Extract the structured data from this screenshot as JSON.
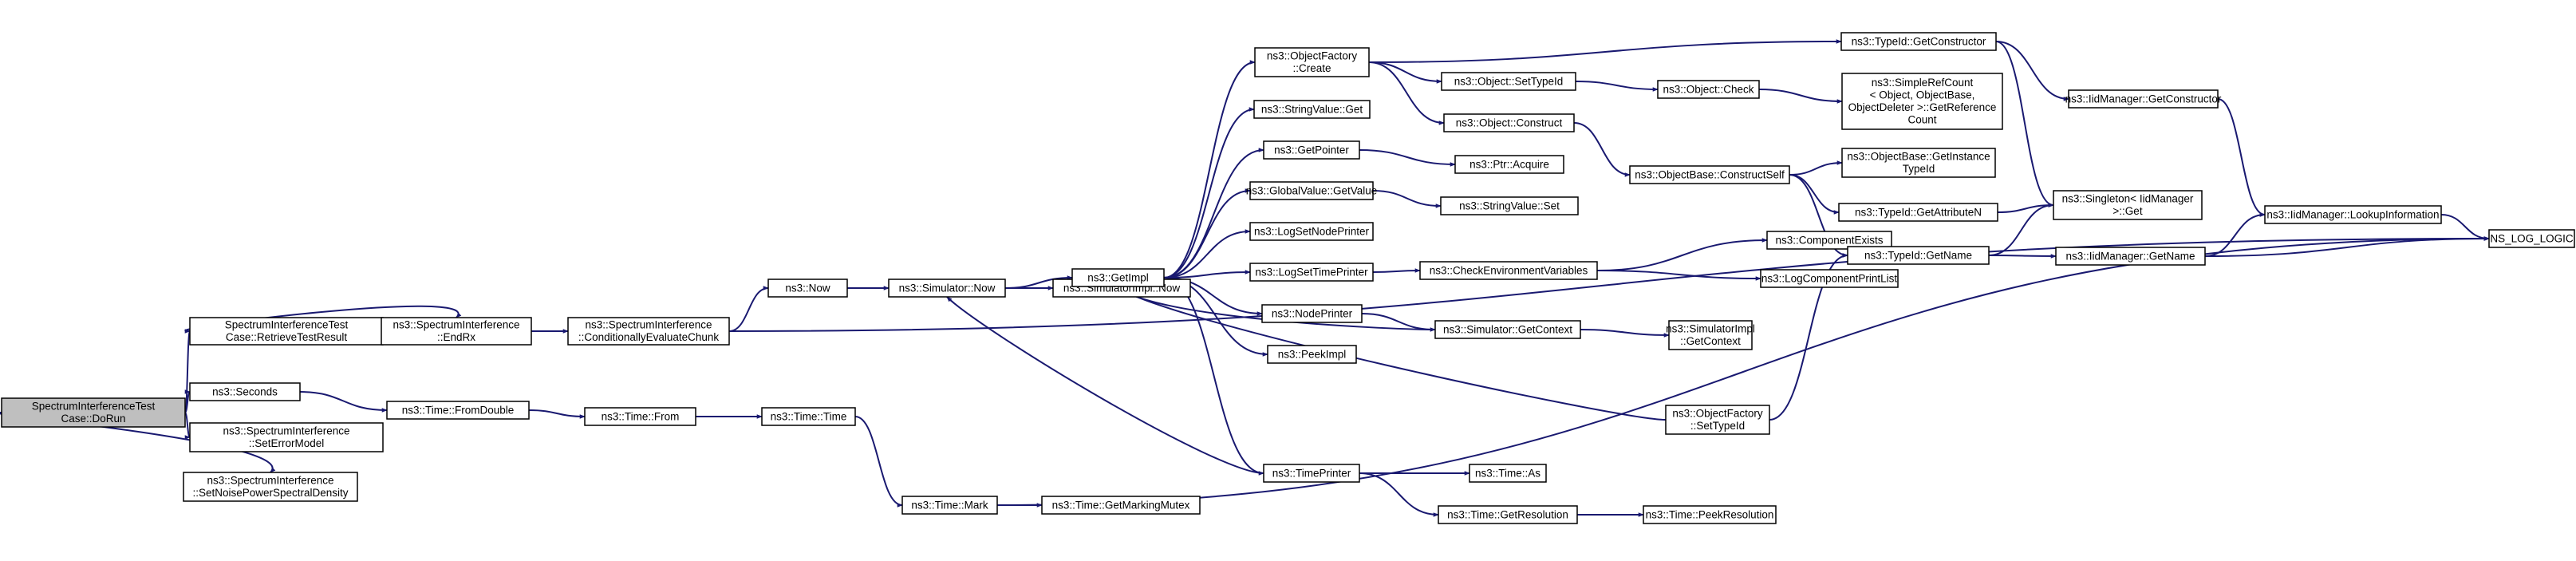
{
  "diagram": {
    "type": "call-graph",
    "colors": {
      "edge": "#191970",
      "node_fill": "#ffffff",
      "node_fill_root": "#bfbfbf",
      "border_normal": "#000000",
      "border_truncated": "#ff0000"
    },
    "nodes": [
      {
        "id": "n0",
        "lines": [
          "SpectrumInterferenceTest",
          "Case::DoRun"
        ],
        "root": true
      },
      {
        "id": "n1",
        "lines": [
          "SpectrumInterferenceTest",
          "Case::RetrieveTestResult"
        ]
      },
      {
        "id": "n2",
        "lines": [
          "ns3::Seconds"
        ]
      },
      {
        "id": "n3",
        "lines": [
          "ns3::SpectrumInterference",
          "::SetErrorModel"
        ]
      },
      {
        "id": "n4",
        "lines": [
          "ns3::SpectrumInterference",
          "::SetNoisePowerSpectralDensity"
        ]
      },
      {
        "id": "n5",
        "lines": [
          "ns3::SpectrumInterference",
          "::EndRx"
        ]
      },
      {
        "id": "n6",
        "lines": [
          "ns3::SpectrumInterference",
          "::ConditionallyEvaluateChunk"
        ]
      },
      {
        "id": "n7",
        "lines": [
          "ns3::Time::FromDouble"
        ]
      },
      {
        "id": "n8",
        "lines": [
          "ns3::Time::From"
        ]
      },
      {
        "id": "n9",
        "lines": [
          "ns3::Time::Time"
        ]
      },
      {
        "id": "n10",
        "lines": [
          "ns3::Now"
        ]
      },
      {
        "id": "n11",
        "lines": [
          "ns3::Simulator::Now"
        ]
      },
      {
        "id": "n12",
        "lines": [
          "ns3::SimulatorImpl::Now"
        ]
      },
      {
        "id": "n13",
        "lines": [
          "ns3::GetImpl"
        ]
      },
      {
        "id": "n14",
        "lines": [
          "ns3::Time::Mark"
        ]
      },
      {
        "id": "n15",
        "lines": [
          "ns3::Time::GetMarkingMutex"
        ]
      },
      {
        "id": "n16",
        "lines": [
          "ns3::ObjectFactory",
          "::Create"
        ]
      },
      {
        "id": "n17",
        "lines": [
          "ns3::StringValue::Get"
        ]
      },
      {
        "id": "n18",
        "lines": [
          "ns3::GetPointer"
        ]
      },
      {
        "id": "n19",
        "lines": [
          "ns3::GlobalValue::GetValue"
        ]
      },
      {
        "id": "n20",
        "lines": [
          "ns3::LogSetNodePrinter"
        ]
      },
      {
        "id": "n21",
        "lines": [
          "ns3::LogSetTimePrinter"
        ]
      },
      {
        "id": "n22",
        "lines": [
          "ns3::NodePrinter"
        ]
      },
      {
        "id": "n23",
        "lines": [
          "ns3::PeekImpl"
        ]
      },
      {
        "id": "n24",
        "lines": [
          "ns3::TimePrinter"
        ]
      },
      {
        "id": "n25",
        "lines": [
          "ns3::Object::SetTypeId"
        ]
      },
      {
        "id": "n26",
        "lines": [
          "ns3::Object::Construct"
        ]
      },
      {
        "id": "n27",
        "lines": [
          "ns3::Ptr::Acquire"
        ]
      },
      {
        "id": "n28",
        "lines": [
          "ns3::StringValue::Set"
        ]
      },
      {
        "id": "n29",
        "lines": [
          "ns3::CheckEnvironmentVariables"
        ]
      },
      {
        "id": "n30",
        "lines": [
          "ns3::Simulator::GetContext"
        ]
      },
      {
        "id": "n31",
        "lines": [
          "ns3::Time::As"
        ]
      },
      {
        "id": "n32",
        "lines": [
          "ns3::Time::GetResolution"
        ]
      },
      {
        "id": "n33",
        "lines": [
          "ns3::TypeId::GetConstructor"
        ]
      },
      {
        "id": "n34",
        "lines": [
          "ns3::Object::Check"
        ]
      },
      {
        "id": "n35",
        "lines": [
          "ns3::ObjectBase::ConstructSelf"
        ],
        "truncated": true
      },
      {
        "id": "n36",
        "lines": [
          "ns3::ComponentExists"
        ],
        "truncated": true
      },
      {
        "id": "n37",
        "lines": [
          "ns3::LogComponentPrintList"
        ],
        "truncated": true
      },
      {
        "id": "n38",
        "lines": [
          "ns3::SimulatorImpl",
          "::GetContext"
        ]
      },
      {
        "id": "n39",
        "lines": [
          "ns3::ObjectFactory",
          "::SetTypeId"
        ]
      },
      {
        "id": "n40",
        "lines": [
          "ns3::Time::PeekResolution"
        ],
        "truncated": true
      },
      {
        "id": "n41",
        "lines": [
          "ns3::SimpleRefCount",
          "< Object, ObjectBase,",
          "ObjectDeleter >::GetReference",
          "Count"
        ]
      },
      {
        "id": "n42",
        "lines": [
          "ns3::ObjectBase::GetInstance",
          "TypeId"
        ]
      },
      {
        "id": "n43",
        "lines": [
          "ns3::TypeId::GetAttributeN"
        ],
        "truncated": true
      },
      {
        "id": "n44",
        "lines": [
          "ns3::TypeId::GetName"
        ]
      },
      {
        "id": "n45",
        "lines": [
          "ns3::IidManager::GetConstructor"
        ]
      },
      {
        "id": "n46",
        "lines": [
          "ns3::Singleton< IidManager",
          " >::Get"
        ]
      },
      {
        "id": "n47",
        "lines": [
          "ns3::IidManager::GetName"
        ]
      },
      {
        "id": "n48",
        "lines": [
          "ns3::IidManager::LookupInformation"
        ]
      },
      {
        "id": "n49",
        "lines": [
          "NS_LOG_LOGIC"
        ]
      }
    ],
    "edges": [
      [
        "n0",
        "n1"
      ],
      [
        "n0",
        "n2"
      ],
      [
        "n0",
        "n3"
      ],
      [
        "n0",
        "n4"
      ],
      [
        "n1",
        "n5"
      ],
      [
        "n5",
        "n6"
      ],
      [
        "n6",
        "n10"
      ],
      [
        "n6",
        "n49"
      ],
      [
        "n2",
        "n7"
      ],
      [
        "n7",
        "n8"
      ],
      [
        "n8",
        "n9"
      ],
      [
        "n9",
        "n14"
      ],
      [
        "n14",
        "n15"
      ],
      [
        "n14",
        "n49"
      ],
      [
        "n10",
        "n11"
      ],
      [
        "n11",
        "n12"
      ],
      [
        "n11",
        "n13"
      ],
      [
        "n13",
        "n16"
      ],
      [
        "n13",
        "n17"
      ],
      [
        "n13",
        "n18"
      ],
      [
        "n13",
        "n19"
      ],
      [
        "n13",
        "n20"
      ],
      [
        "n13",
        "n21"
      ],
      [
        "n13",
        "n22"
      ],
      [
        "n13",
        "n23"
      ],
      [
        "n13",
        "n24"
      ],
      [
        "n16",
        "n25"
      ],
      [
        "n16",
        "n26"
      ],
      [
        "n16",
        "n33"
      ],
      [
        "n18",
        "n27"
      ],
      [
        "n19",
        "n28"
      ],
      [
        "n21",
        "n29"
      ],
      [
        "n22",
        "n30"
      ],
      [
        "n24",
        "n11"
      ],
      [
        "n24",
        "n31"
      ],
      [
        "n24",
        "n32"
      ],
      [
        "n25",
        "n34"
      ],
      [
        "n26",
        "n35"
      ],
      [
        "n34",
        "n41"
      ],
      [
        "n35",
        "n42"
      ],
      [
        "n35",
        "n43"
      ],
      [
        "n35",
        "n44"
      ],
      [
        "n29",
        "n36"
      ],
      [
        "n29",
        "n37"
      ],
      [
        "n30",
        "n38"
      ],
      [
        "n30",
        "n13"
      ],
      [
        "n39",
        "n13"
      ],
      [
        "n39",
        "n44"
      ],
      [
        "n32",
        "n40"
      ],
      [
        "n33",
        "n45"
      ],
      [
        "n33",
        "n46"
      ],
      [
        "n43",
        "n46"
      ],
      [
        "n44",
        "n46"
      ],
      [
        "n44",
        "n47"
      ],
      [
        "n45",
        "n48"
      ],
      [
        "n47",
        "n48"
      ],
      [
        "n47",
        "n49"
      ],
      [
        "n48",
        "n49"
      ]
    ]
  }
}
